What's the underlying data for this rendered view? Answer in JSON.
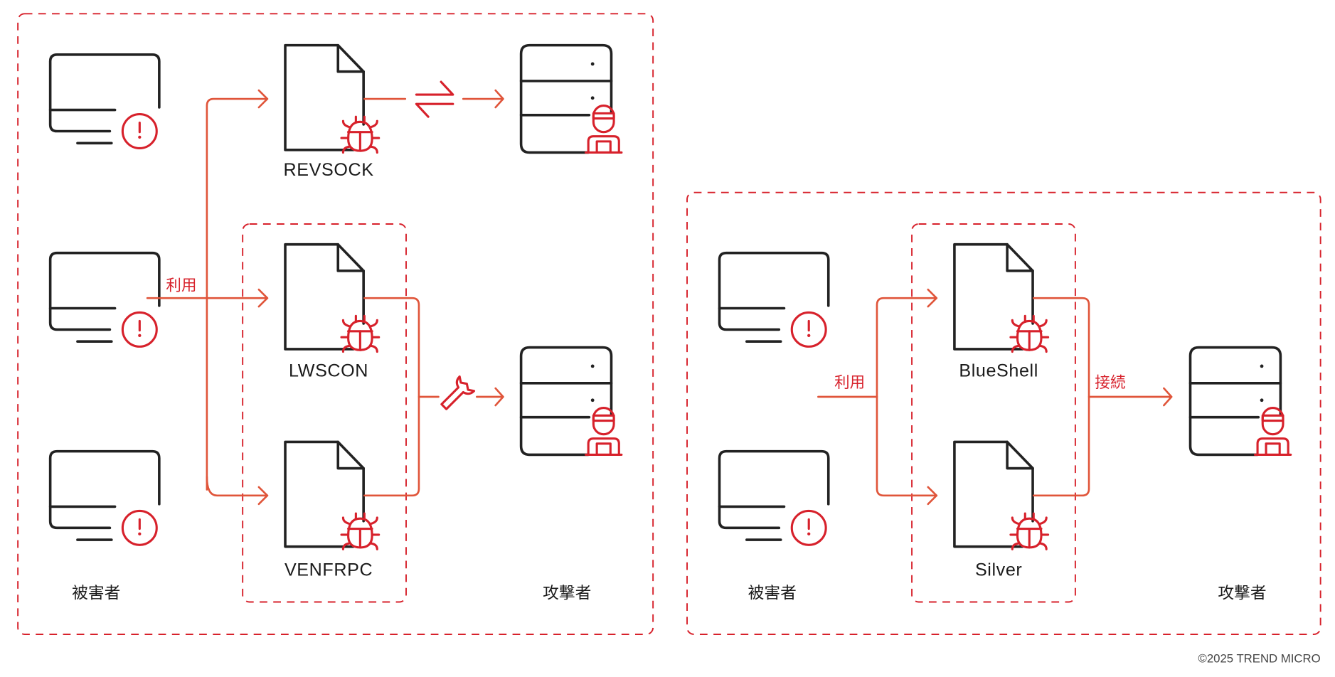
{
  "diagram": {
    "left_panel": {
      "victim_label": "被害者",
      "attacker_label": "攻撃者",
      "use_label": "利用",
      "tools": [
        "REVSOCK",
        "LWSCON",
        "VENFRPC"
      ],
      "victims_count": 3
    },
    "right_panel": {
      "victim_label": "被害者",
      "attacker_label": "攻撃者",
      "use_label": "利用",
      "connect_label": "接続",
      "tools": [
        "BlueShell",
        "Silver"
      ],
      "victims_count": 2
    },
    "copyright": "©2025 TREND MICRO",
    "colors": {
      "accent_red": "#d7212b",
      "flow_orange": "#e0553a",
      "icon_black": "#222222"
    }
  }
}
